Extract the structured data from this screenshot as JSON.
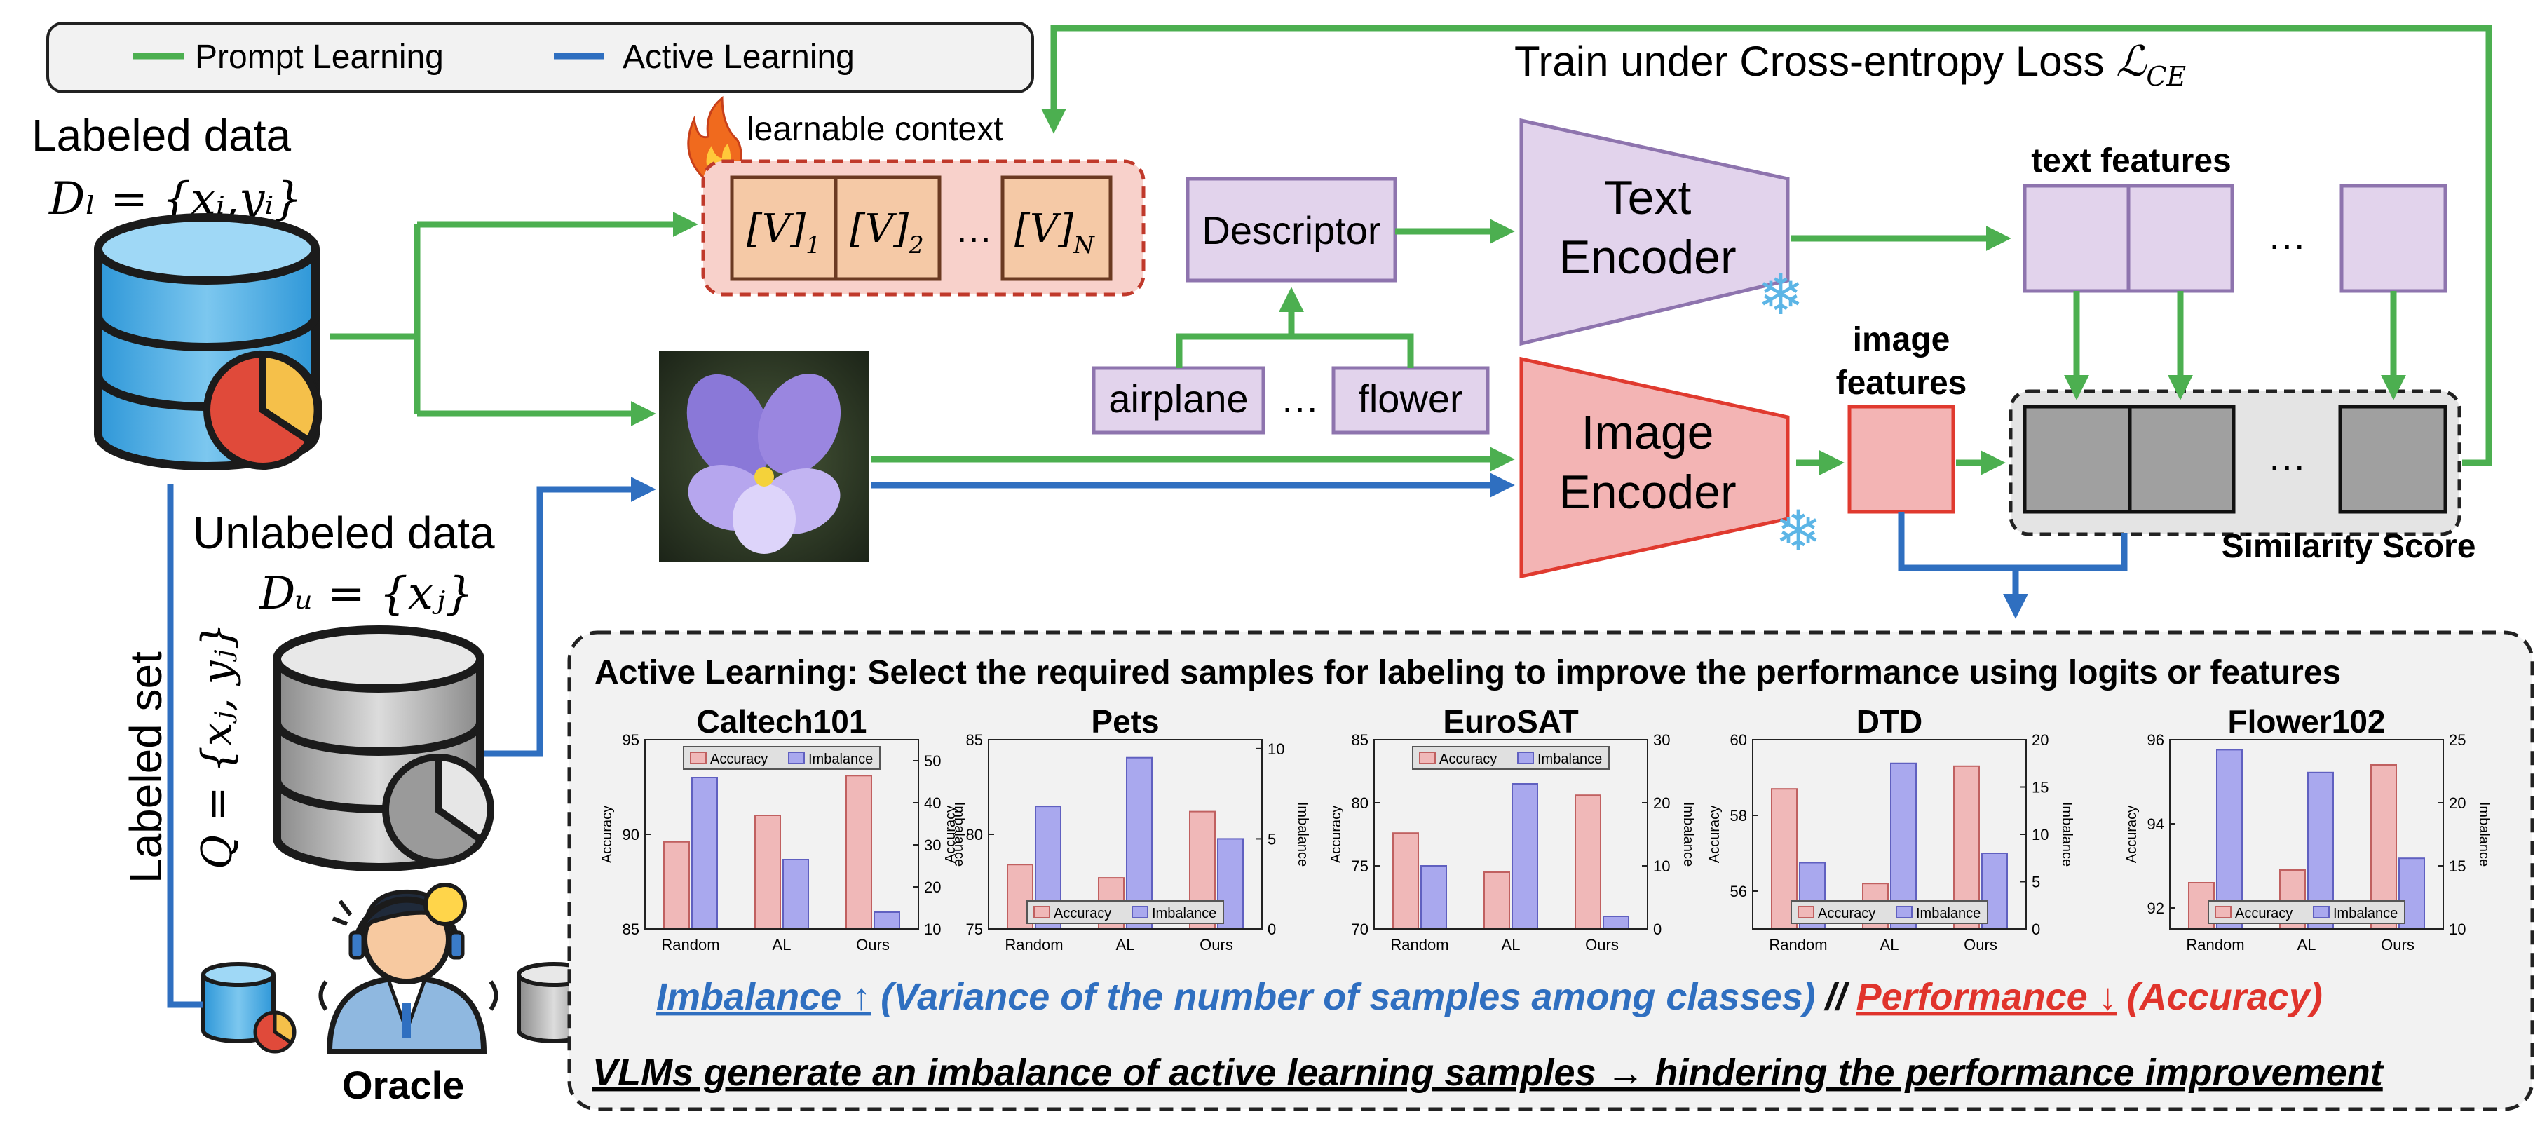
{
  "colors": {
    "prompt_green": "#4caf50",
    "active_blue": "#2f6fc0",
    "accuracy_fill": "#f0b8b8",
    "imbalance_fill": "#a9a8ee",
    "highlight_blue": "#2f6fc0",
    "highlight_red": "#e0342c"
  },
  "legend": {
    "prompt": "Prompt Learning",
    "active": "Active Learning"
  },
  "top_loss": {
    "text": "Train under Cross-entropy Loss ",
    "symbol": "ℒ",
    "sub": "CE"
  },
  "labeled": {
    "title": "Labeled data",
    "formula": "Dₗ = {xᵢ,yᵢ}"
  },
  "unlabeled": {
    "title": "Unlabeled data",
    "formula": "Dᵤ = {xⱼ}"
  },
  "labeled_set": {
    "title": "Labeled set",
    "formula": "Q = {xⱼ, yⱼ}"
  },
  "oracle": "Oracle",
  "context": {
    "label": "learnable context",
    "tokens": [
      "[V]",
      "[V]",
      "…",
      "[V]"
    ],
    "subs": [
      "1",
      "2",
      "",
      "N"
    ]
  },
  "descriptor": "Descriptor",
  "classes": {
    "first": "airplane",
    "dots": "…",
    "last": "flower"
  },
  "text_encoder": {
    "line1": "Text",
    "line2": "Encoder"
  },
  "image_encoder": {
    "line1": "Image",
    "line2": "Encoder"
  },
  "text_features": {
    "label": "text features",
    "dots": "…"
  },
  "image_features": {
    "line1": "image",
    "line2": "features"
  },
  "similarity": {
    "label": "Similarity Score",
    "dots": "…"
  },
  "panel": {
    "title": "Active Learning: Select the required samples for labeling to improve the performance using logits or features",
    "note_imbalance": "Imbalance ↑",
    "note_imbalance_rest": "(Variance of the number of samples among classes)",
    "note_sep": "//",
    "note_perf": "Performance ↓",
    "note_perf_rest": "(Accuracy)",
    "conclusion": "VLMs generate an imbalance of active learning samples → hindering the performance improvement"
  },
  "chart_data": [
    {
      "type": "bar",
      "title": "Caltech101",
      "categories": [
        "Random",
        "AL",
        "Ours"
      ],
      "series": [
        {
          "name": "Accuracy",
          "axis": "left",
          "values": [
            89.6,
            91.0,
            93.1
          ]
        },
        {
          "name": "Imbalance",
          "axis": "right",
          "values": [
            46.0,
            26.5,
            14.0
          ]
        }
      ],
      "ylabel": "Accuracy",
      "ylabel2": "Imbalance",
      "ylim": [
        85,
        95
      ],
      "ylim2": [
        10,
        55
      ],
      "yticks": [
        "85",
        "90",
        "95"
      ],
      "yticks2": [
        "10",
        "20",
        "30",
        "40",
        "50"
      ],
      "legend_position": "top"
    },
    {
      "type": "bar",
      "title": "Pets",
      "categories": [
        "Random",
        "AL",
        "Ours"
      ],
      "series": [
        {
          "name": "Accuracy",
          "axis": "left",
          "values": [
            78.4,
            77.7,
            81.2
          ]
        },
        {
          "name": "Imbalance",
          "axis": "right",
          "values": [
            6.8,
            9.5,
            5.0
          ]
        }
      ],
      "ylabel": "Accuracy",
      "ylabel2": "Imbalance",
      "ylim": [
        75,
        85
      ],
      "ylim2": [
        0,
        10.5
      ],
      "yticks": [
        "75",
        "80",
        "85"
      ],
      "yticks2": [
        "0",
        "5",
        "10"
      ],
      "legend_position": "bottom"
    },
    {
      "type": "bar",
      "title": "EuroSAT",
      "categories": [
        "Random",
        "AL",
        "Ours"
      ],
      "series": [
        {
          "name": "Accuracy",
          "axis": "left",
          "values": [
            77.6,
            74.5,
            80.6
          ]
        },
        {
          "name": "Imbalance",
          "axis": "right",
          "values": [
            10.0,
            23.0,
            2.0
          ]
        }
      ],
      "ylabel": "Accuracy",
      "ylabel2": "Imbalance",
      "ylim": [
        70,
        85
      ],
      "ylim2": [
        0,
        30
      ],
      "yticks": [
        "70",
        "75",
        "80",
        "85"
      ],
      "yticks2": [
        "0",
        "10",
        "20",
        "30"
      ],
      "legend_position": "top"
    },
    {
      "type": "bar",
      "title": "DTD",
      "categories": [
        "Random",
        "AL",
        "Ours"
      ],
      "series": [
        {
          "name": "Accuracy",
          "axis": "left",
          "values": [
            58.7,
            56.2,
            59.3
          ]
        },
        {
          "name": "Imbalance",
          "axis": "right",
          "values": [
            7.0,
            17.5,
            8.0
          ]
        }
      ],
      "ylabel": "Accuracy",
      "ylabel2": "Imbalance",
      "ylim": [
        55,
        60
      ],
      "ylim2": [
        0,
        20
      ],
      "yticks": [
        "56",
        "58",
        "60"
      ],
      "yticks2": [
        "0",
        "5",
        "10",
        "15",
        "20"
      ],
      "legend_position": "bottom"
    },
    {
      "type": "bar",
      "title": "Flower102",
      "categories": [
        "Random",
        "AL",
        "Ours"
      ],
      "series": [
        {
          "name": "Accuracy",
          "axis": "left",
          "values": [
            92.6,
            92.9,
            95.4
          ]
        },
        {
          "name": "Imbalance",
          "axis": "right",
          "values": [
            24.2,
            22.4,
            15.6
          ]
        }
      ],
      "ylabel": "Accuracy",
      "ylabel2": "Imbalance",
      "ylim": [
        91.5,
        96
      ],
      "ylim2": [
        10,
        25
      ],
      "yticks": [
        "92",
        "94",
        "96"
      ],
      "yticks2": [
        "10",
        "15",
        "20",
        "25"
      ],
      "legend_position": "bottom"
    }
  ]
}
